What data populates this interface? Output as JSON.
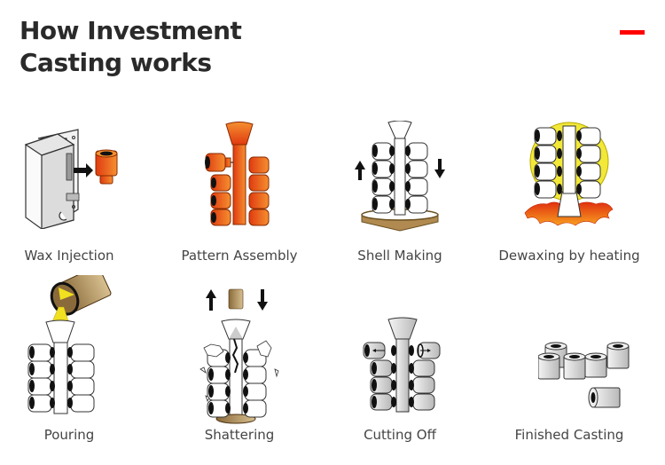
{
  "header": {
    "title_line1": "How Investment",
    "title_line2": "Casting works",
    "accent_color": "#ff0000"
  },
  "steps": [
    {
      "label": "Wax Injection",
      "icon": "wax-injection-mold-icon"
    },
    {
      "label": "Pattern Assembly",
      "icon": "pattern-assembly-tree-icon"
    },
    {
      "label": "Shell Making",
      "icon": "shell-making-dip-icon"
    },
    {
      "label": "Dewaxing by heating",
      "icon": "dewaxing-heat-icon"
    },
    {
      "label": "Pouring",
      "icon": "pouring-metal-icon"
    },
    {
      "label": "Shattering",
      "icon": "shattering-shell-icon"
    },
    {
      "label": "Cutting Off",
      "icon": "cutting-off-icon"
    },
    {
      "label": "Finished Casting",
      "icon": "finished-casting-icon"
    }
  ],
  "colors": {
    "wax_orange": "#f07020",
    "wax_red": "#e03a10",
    "shell_tan": "#b08a50",
    "heat_yellow": "#f0e040",
    "metal_gray": "#d0d0d0",
    "text": "#444444"
  }
}
